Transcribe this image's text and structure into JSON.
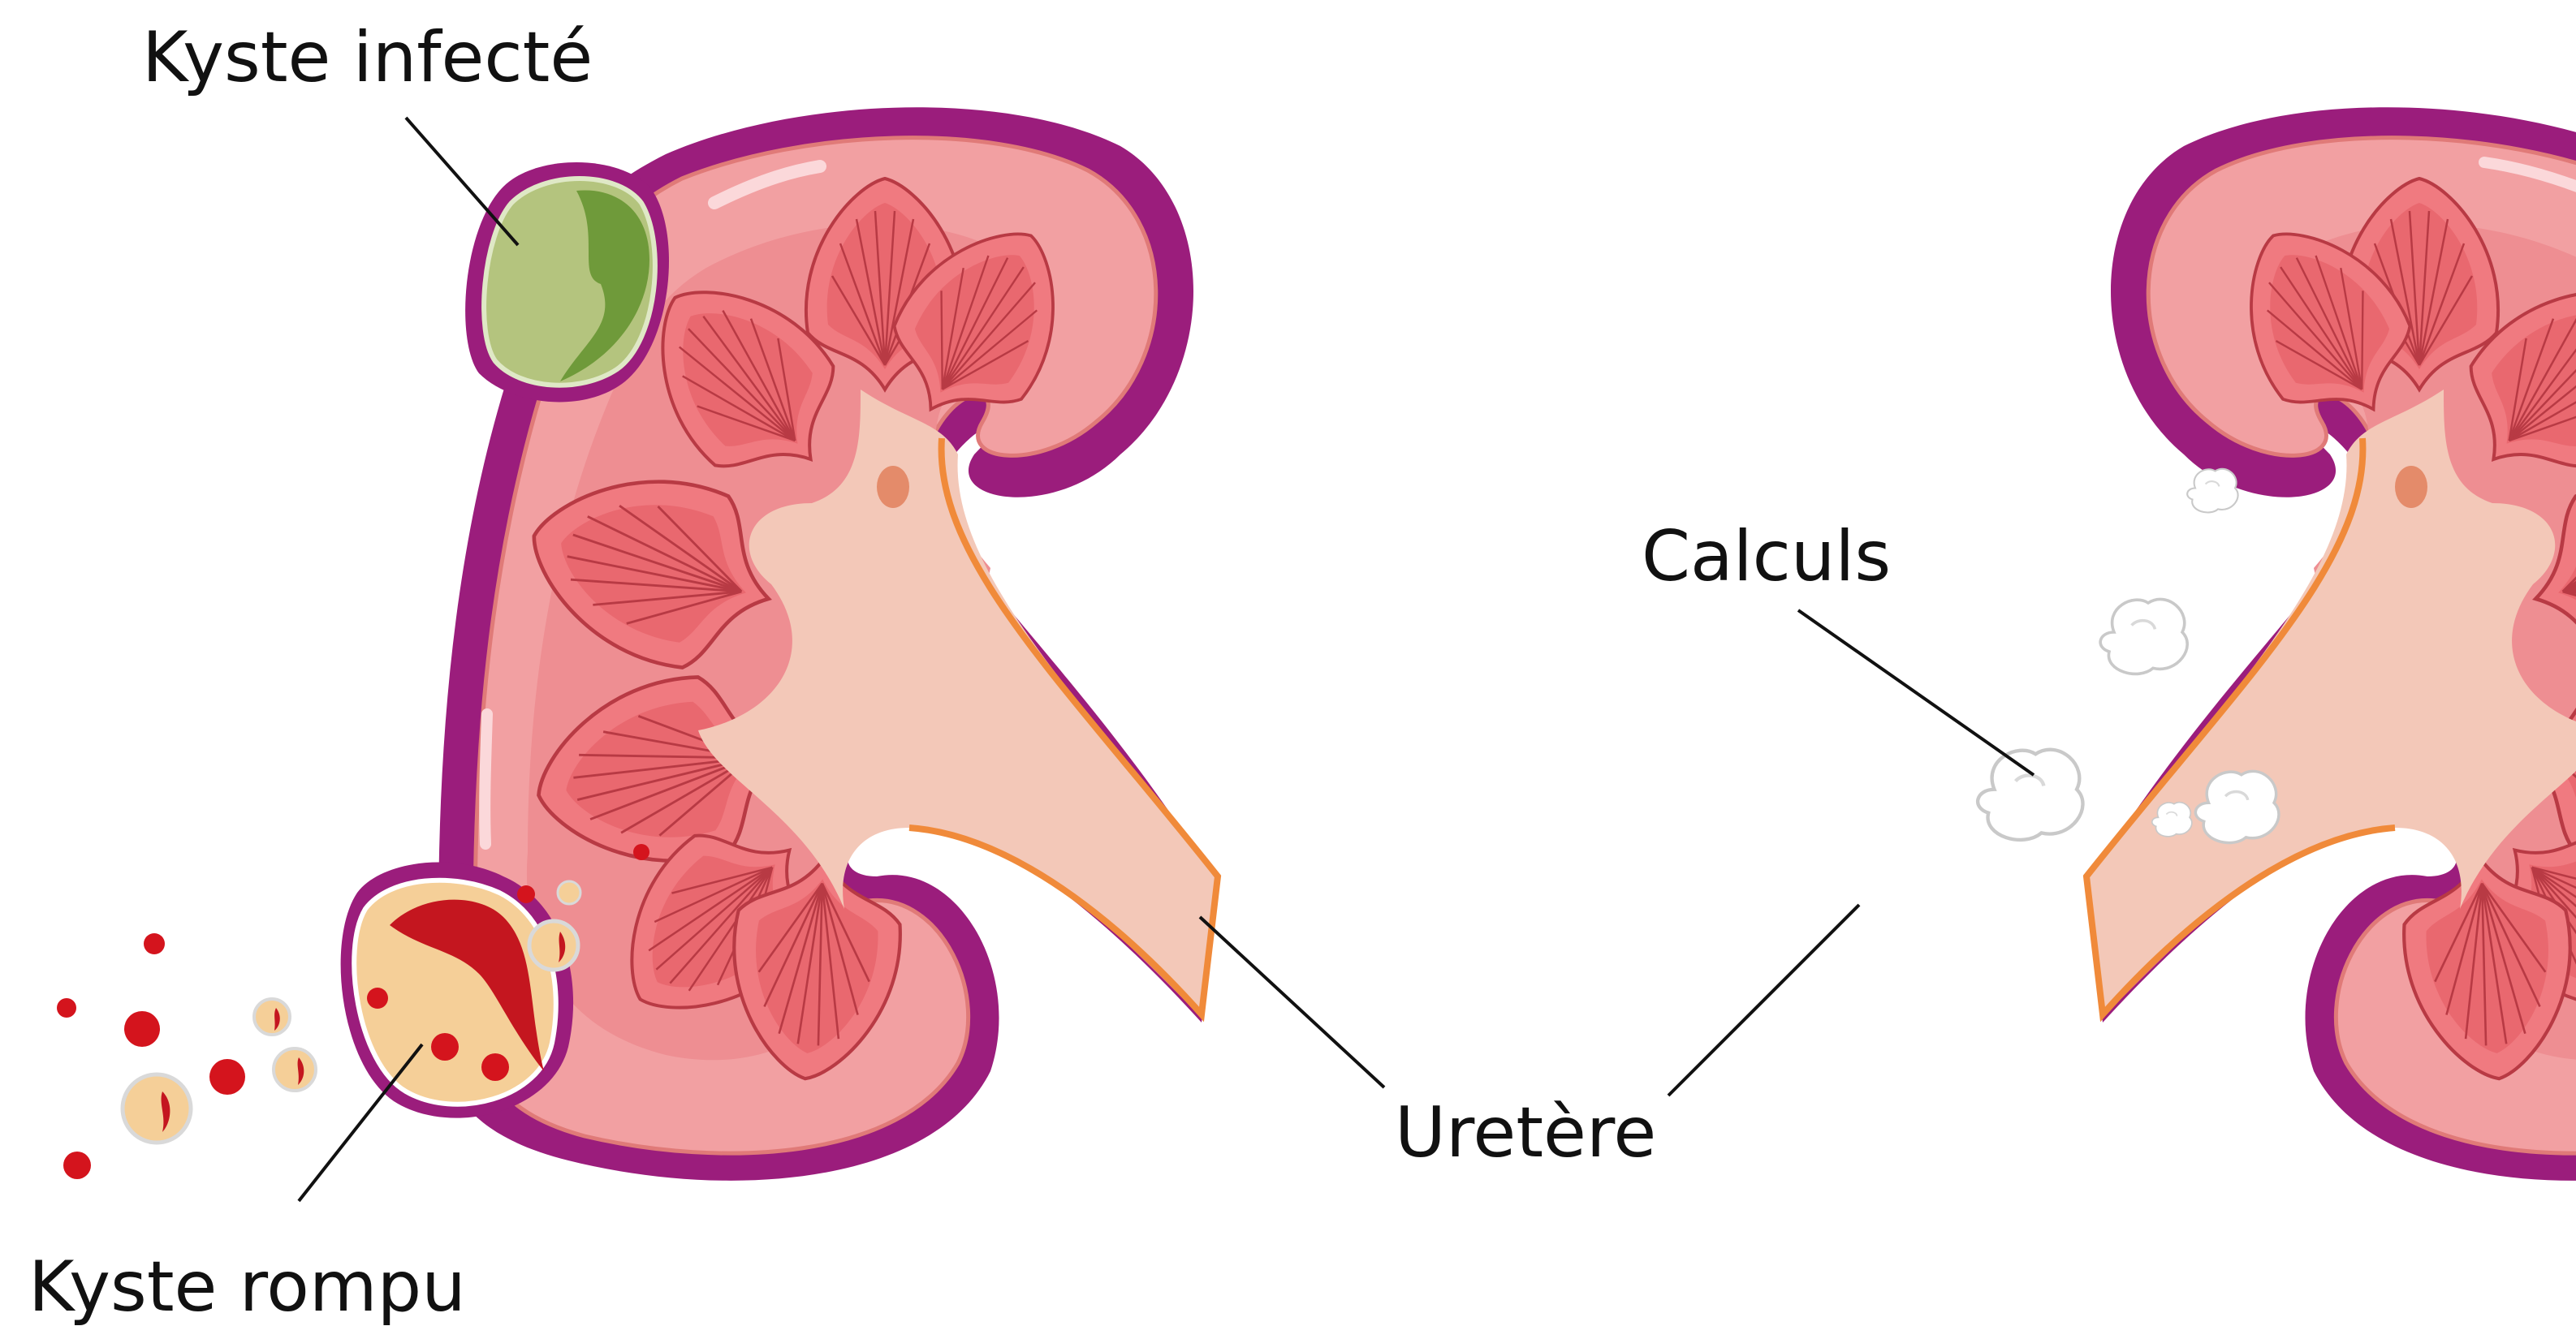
{
  "labels": {
    "infected_cyst": "Kyste infecté",
    "ruptured_cyst": "Kyste rompu",
    "stones": "Calculs",
    "ureter": "Uretère"
  },
  "colors": {
    "capsule": "#9b1d7c",
    "cortex": "#f2a0a2",
    "cortex_border": "#e07a78",
    "pyramid": "#e9686f",
    "pyramid_line": "#b83a44",
    "pelvis": "#f3c8b8",
    "ureter_edge": "#f08a3a",
    "infected_fill": "#b4c47e",
    "infected_core": "#6f9a3a",
    "ruptured_fill": "#f5cf98",
    "blood": "#d4141d",
    "stone": "#ffffff",
    "text": "#111111"
  },
  "icons": {
    "stone_cluster": "stone-icon",
    "blood_drop": "blood-drop-icon"
  }
}
